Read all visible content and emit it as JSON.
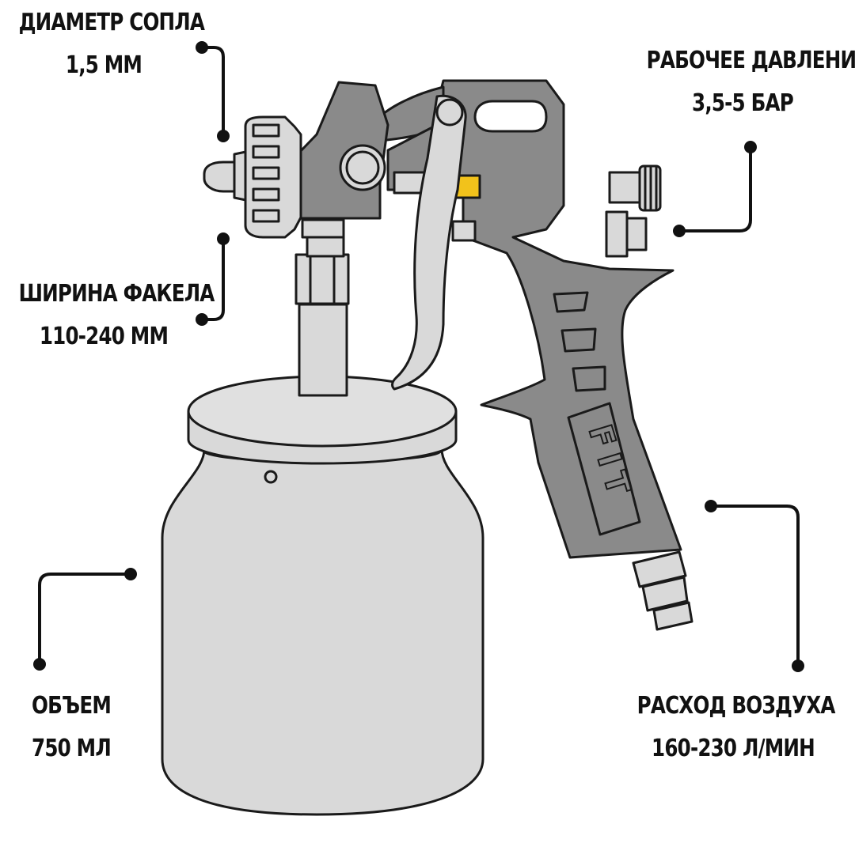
{
  "colors": {
    "outline": "#1a1a1a",
    "gun_body": "#8a8a8a",
    "light_part": "#d9d9d9",
    "accent_yellow": "#f2c21b",
    "leader": "#111111",
    "background": "#ffffff"
  },
  "brand_mark": "FIT",
  "callouts": {
    "nozzle": {
      "title": "ДИАМЕТР СОПЛА",
      "value": "1,5 ММ"
    },
    "pressure": {
      "title": "РАБОЧЕЕ ДАВЛЕНИЕ",
      "value": "3,5-5 БАР"
    },
    "fan": {
      "title": "ШИРИНА ФАКЕЛА",
      "value": "110-240 ММ"
    },
    "volume": {
      "title": "ОБЪЕМ",
      "value": "750 МЛ"
    },
    "airflow": {
      "title": "РАСХОД ВОЗДУХА",
      "value": "160-230 Л/МИН"
    }
  }
}
